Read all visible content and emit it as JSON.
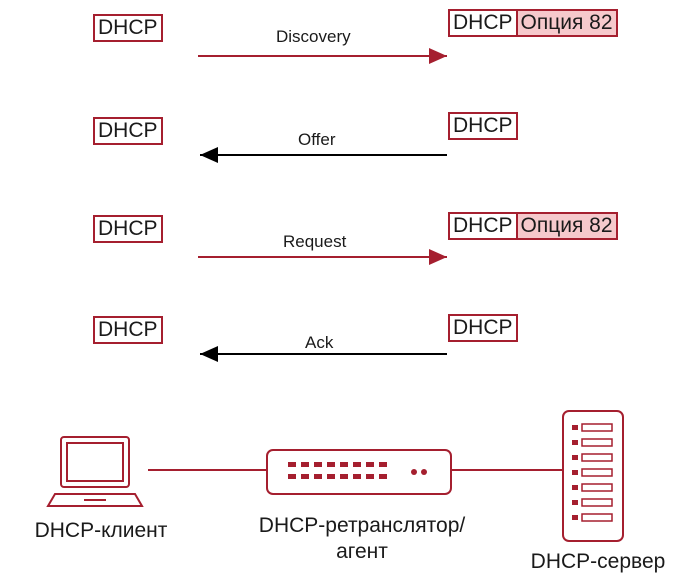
{
  "messages": [
    {
      "label": "Discovery",
      "direction": "right",
      "client_tag": "DHCP",
      "server_tags": [
        "DHCP",
        "Опция 82"
      ],
      "color": "#a51f2f"
    },
    {
      "label": "Offer",
      "direction": "left",
      "client_tag": "DHCP",
      "server_tags": [
        "DHCP"
      ],
      "color": "#000000"
    },
    {
      "label": "Request",
      "direction": "right",
      "client_tag": "DHCP",
      "server_tags": [
        "DHCP",
        "Опция 82"
      ],
      "color": "#a51f2f"
    },
    {
      "label": "Ack",
      "direction": "left",
      "client_tag": "DHCP",
      "server_tags": [
        "DHCP"
      ],
      "color": "#000000"
    }
  ],
  "devices": {
    "client": {
      "label": "DHCP-клиент",
      "icon": "laptop-icon"
    },
    "relay": {
      "label_line1": "DHCP-ретранслятор/",
      "label_line2": "агент",
      "icon": "switch-icon"
    },
    "server": {
      "label": "DHCP-сервер",
      "icon": "server-icon"
    }
  },
  "colors": {
    "accent": "#a51f2f",
    "option_fill": "#f6c9cc"
  }
}
